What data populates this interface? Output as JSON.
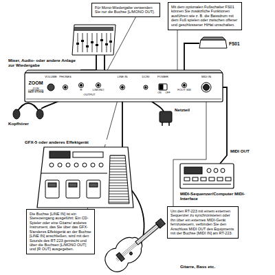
{
  "diagram": {
    "nodes": [
      {
        "text": [
          "Für Mono-Wiedergabe verwenden Sie nur die Buchse [L/MONO OUT]."
        ]
      },
      {
        "text": [
          "Mit dem optionalen Fußschalter FS01 können Sie zusätzliche Funktionen ausführen wie z. B. die Bassdrum mit dem Fuß spielen oder zwischen offener und geschlossener HiHat umschalten."
        ]
      },
      {
        "text": [
          "Die Buchse [LINE IN] ist ein Stereoeingang ausgeführt: Ein CD-Spieler oder eine Gitarre/ anderes Instrument, das Sie über das GFX-5/anderes Effektgerät an der Buchse [LINE IN] anschließen, wird mit den Sounds des RT-223 gemischt und über die Buchsen [L/MONO OUT] und [R OUT] ausgegeben."
        ]
      },
      {
        "text": [
          "Um den RT-223 mit einem externen Sequenzer zu synchronisieren oder ihn über ein externes MIDI-Gerät fernzusteuern, verbinden Sie den Anschluss MIDI OUT des Equipments mit der Buchse [MIDI IN] am RT-223."
        ]
      }
    ],
    "labels": [
      "Mixer, Audio- oder andere Anlage zur Wiedergabe",
      "FS01",
      "ZOOM",
      "ZOOM CORPORATION",
      "MADE IN CHINA",
      "VOLUME",
      "PHONES",
      "R",
      "L/MONO",
      "OUTPUT",
      "LINE IN",
      "DC9V",
      "POWER",
      "ON",
      "OFF",
      "FOOT SW",
      "MIDI IN",
      "Kopfhörer",
      "Netzteil",
      "GFX-5 oder anderes Effektgerät",
      "MIDI OUT",
      "MIDI-Sequenzer/Computer MIDI-Interface",
      "Gitarre, Bass etc."
    ]
  }
}
